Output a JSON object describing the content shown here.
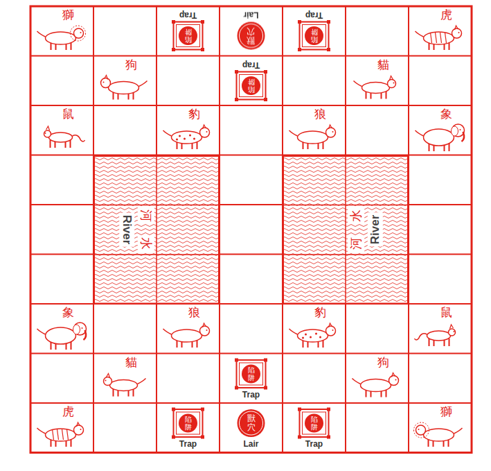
{
  "diagram": {
    "nodes": [
      {
        "text": [
          "獅"
        ]
      },
      {
        "text": [
          "陷阱",
          "Trap"
        ]
      },
      {
        "text": [
          "獸穴",
          "Lair"
        ]
      },
      {
        "text": [
          "陷阱",
          "Trap"
        ]
      },
      {
        "text": [
          "虎"
        ]
      },
      {
        "text": [
          "狗"
        ]
      },
      {
        "text": [
          "陷阱",
          "Trap"
        ]
      },
      {
        "text": [
          "貓"
        ]
      },
      {
        "text": [
          "鼠"
        ]
      },
      {
        "text": [
          "豹"
        ]
      },
      {
        "text": [
          "狼"
        ]
      },
      {
        "text": [
          "象"
        ]
      },
      {
        "text": [
          "River",
          "河",
          "水"
        ]
      },
      {
        "text": [
          "水",
          "河",
          "River"
        ]
      },
      {
        "text": [
          "象"
        ]
      },
      {
        "text": [
          "狼"
        ]
      },
      {
        "text": [
          "豹"
        ]
      },
      {
        "text": [
          "鼠"
        ]
      },
      {
        "text": [
          "貓"
        ]
      },
      {
        "text": [
          "陷阱",
          "Trap"
        ]
      },
      {
        "text": [
          "狗"
        ]
      },
      {
        "text": [
          "虎"
        ]
      },
      {
        "text": [
          "陷阱",
          "Trap"
        ]
      },
      {
        "text": [
          "獸穴",
          "Lair"
        ]
      },
      {
        "text": [
          "陷阱",
          "Trap"
        ]
      },
      {
        "text": [
          "獅"
        ]
      }
    ]
  }
}
